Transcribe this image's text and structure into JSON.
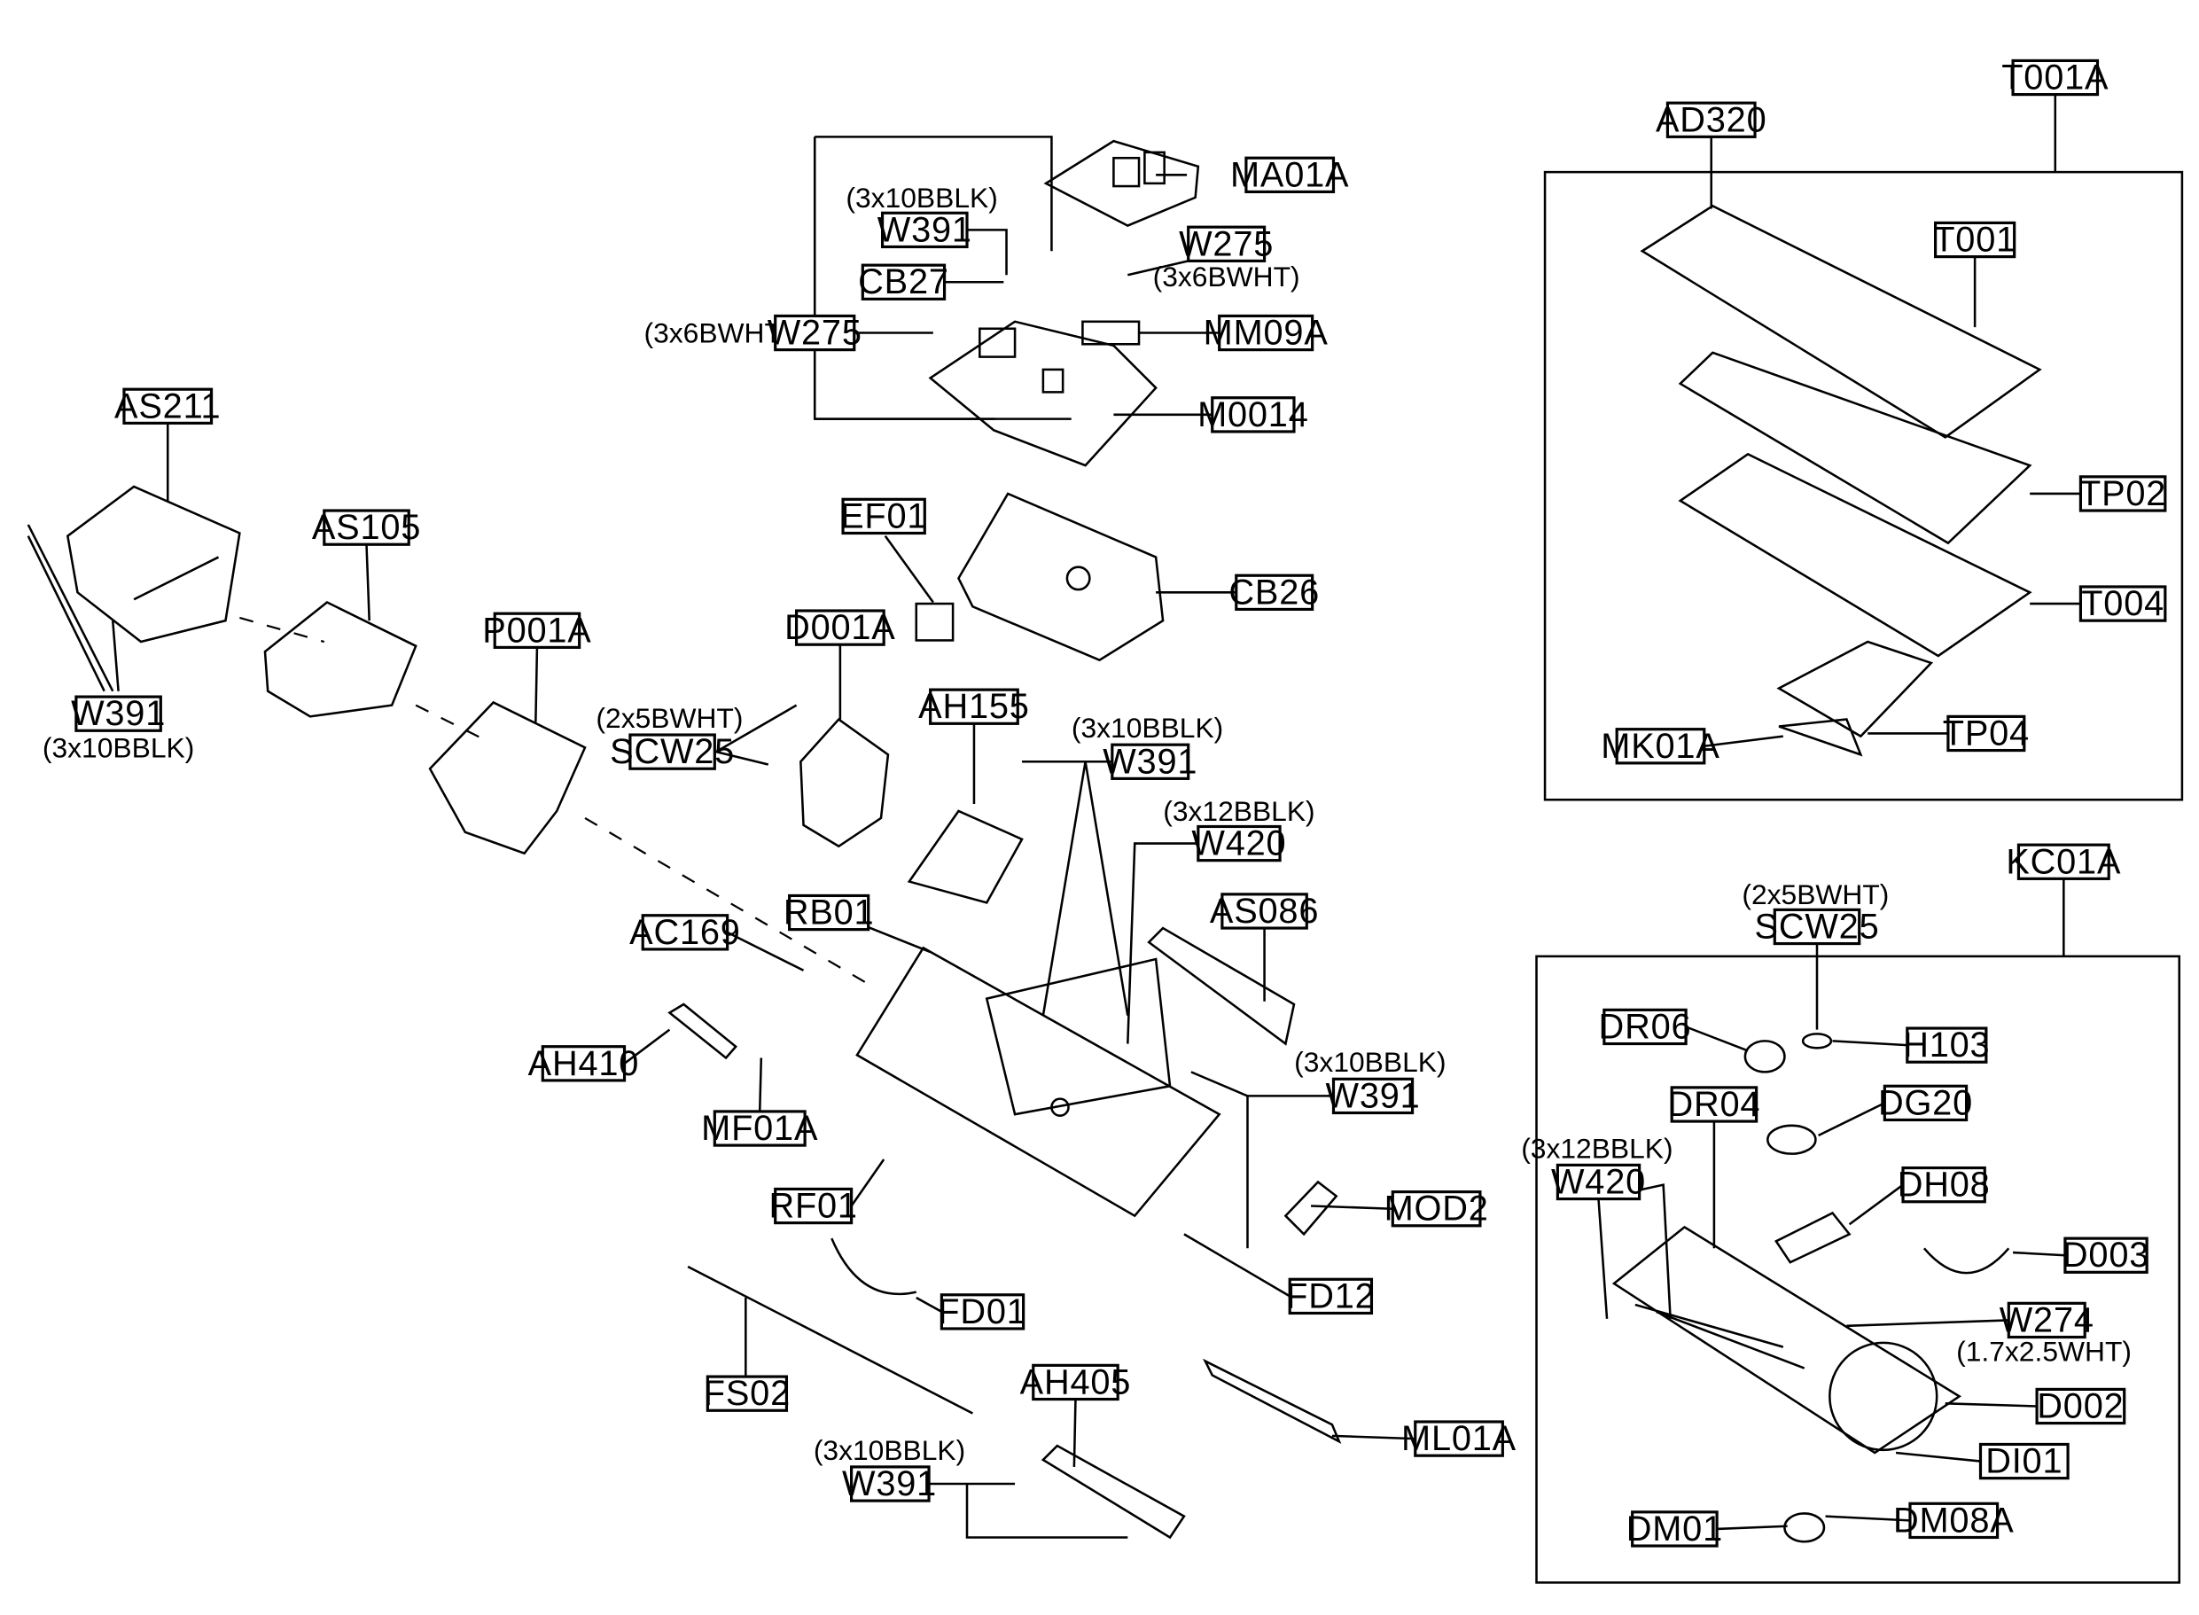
{
  "labels": {
    "MA01A": "MA01A",
    "W391_top": "W391",
    "W391_top_spec": "(3x10BBLK)",
    "CB27": "CB27",
    "W275_a": "W275",
    "W275_a_spec": "(3x6BWHT)",
    "W275_b": "W275",
    "W275_b_spec": "(3x6BWHT)",
    "MM09A": "MM09A",
    "M0014": "M0014",
    "AS211": "AS211",
    "AS105": "AS105",
    "W391_left": "W391",
    "W391_left_spec": "(3x10BBLK)",
    "P001A": "P001A",
    "EF01": "EF01",
    "CB26": "CB26",
    "D001A": "D001A",
    "SCW25_left": "SCW25",
    "SCW25_left_spec": "(2x5BWHT)",
    "AH155": "AH155",
    "W391_mid": "W391",
    "W391_mid_spec": "(3x10BBLK)",
    "W420_mid": "W420",
    "W420_mid_spec": "(3x12BBLK)",
    "RB01": "RB01",
    "AC169": "AC169",
    "AS086": "AS086",
    "AH410": "AH410",
    "W391_right": "W391",
    "W391_right_spec": "(3x10BBLK)",
    "MF01A": "MF01A",
    "RF01": "RF01",
    "MOD2": "MOD2",
    "FD12": "FD12",
    "FD01": "FD01",
    "FS02": "FS02",
    "AH405": "AH405",
    "ML01A": "ML01A",
    "W391_bottom": "W391",
    "W391_bottom_spec": "(3x10BBLK)",
    "T001A": "T001A",
    "AD320": "AD320",
    "T001": "T001",
    "TP02": "TP02",
    "T004": "T004",
    "MK01A": "MK01A",
    "TP04": "TP04",
    "KC01A": "KC01A",
    "SCW25_right": "SCW25",
    "SCW25_right_spec": "(2x5BWHT)",
    "DR06": "DR06",
    "H103": "H103",
    "DR04": "DR04",
    "DG20": "DG20",
    "W420_right": "W420",
    "W420_right_spec": "(3x12BBLK)",
    "DH08": "DH08",
    "D003": "D003",
    "W274": "W274",
    "W274_spec": "(1.7x2.5WHT)",
    "D002": "D002",
    "DI01": "DI01",
    "DM01": "DM01",
    "DM08A": "DM08A"
  }
}
